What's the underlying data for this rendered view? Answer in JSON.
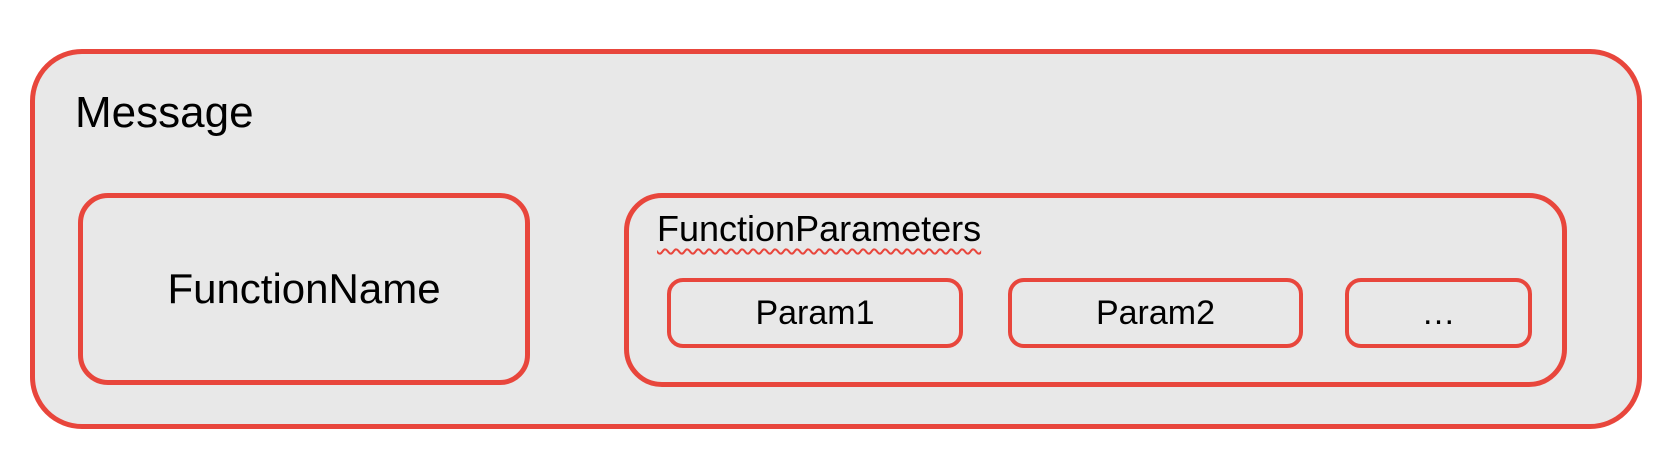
{
  "diagram": {
    "message_label": "Message",
    "function_name_label": "FunctionName",
    "function_parameters_label": "FunctionParameters",
    "params": [
      {
        "label": "Param1"
      },
      {
        "label": "Param2"
      },
      {
        "label": "…"
      }
    ],
    "colors": {
      "border_red": "#e8463c",
      "box_fill": "#e8e8e8",
      "squiggle_red": "#e8463c",
      "text": "#000000",
      "page_background": "#ffffff"
    }
  }
}
